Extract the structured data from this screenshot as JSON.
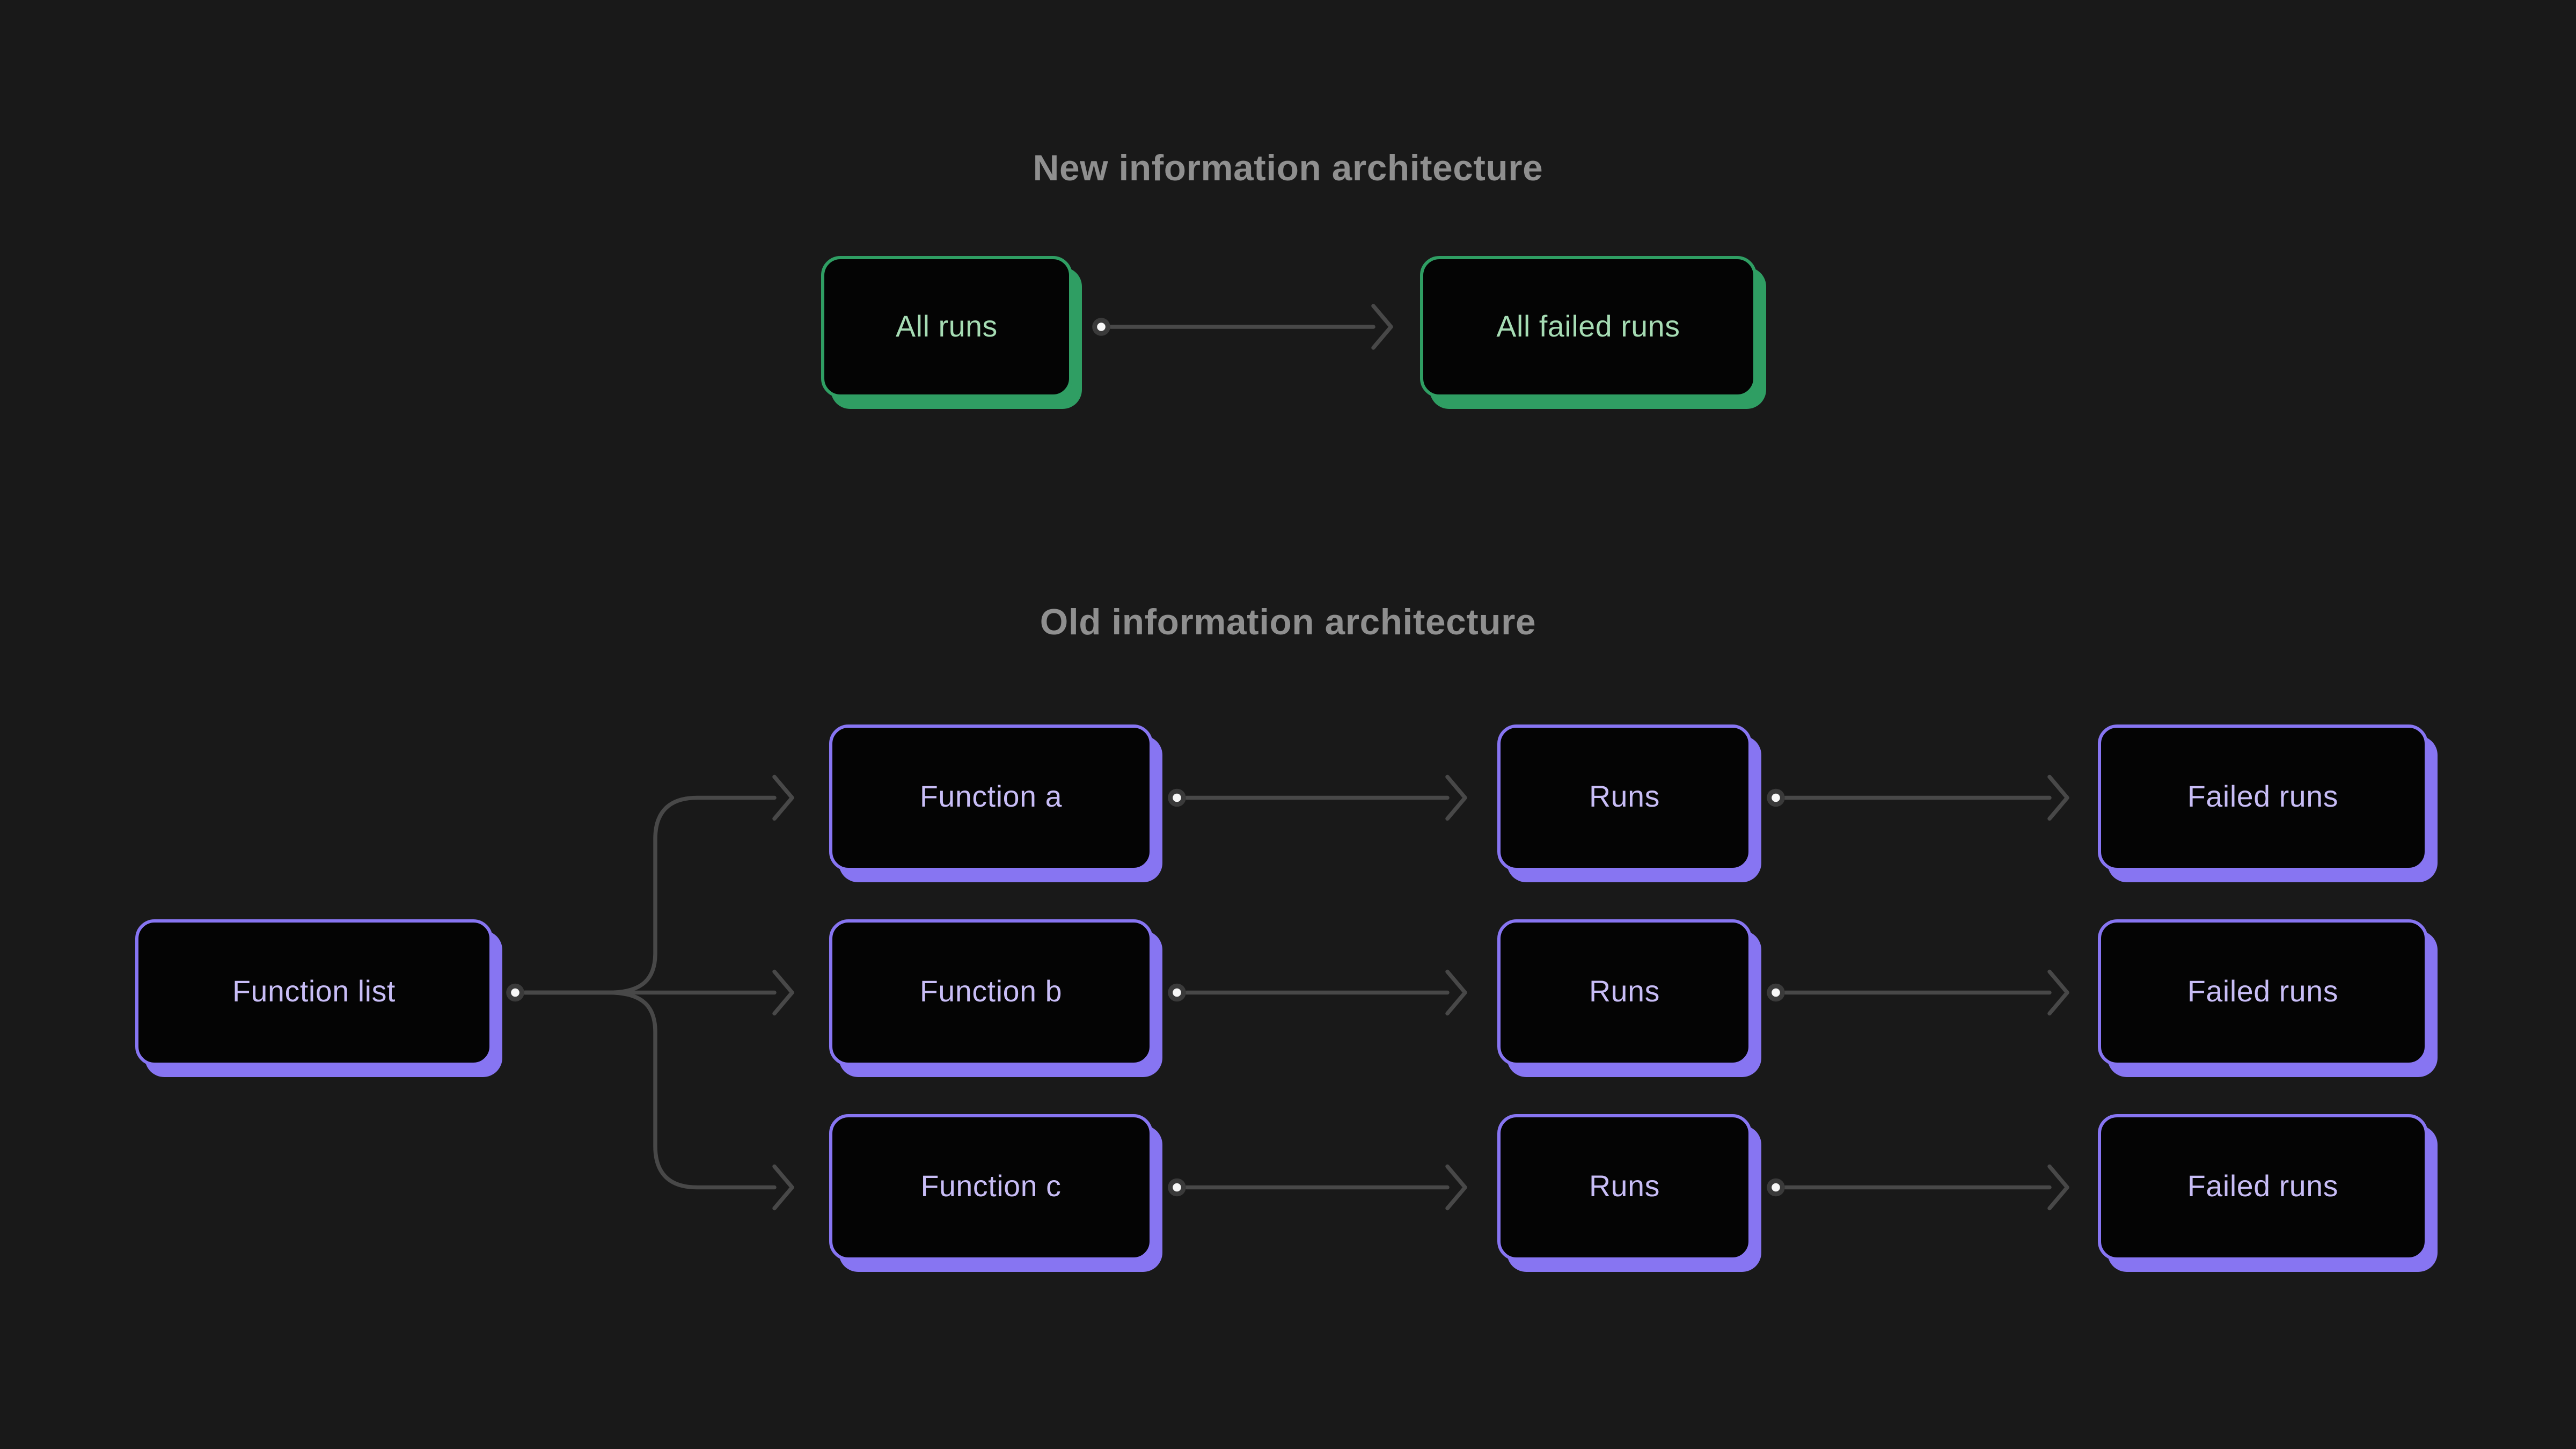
{
  "theme": {
    "background": "#191919",
    "node_fill": "#040404",
    "connector_color": "#484848",
    "dot_fill": "#f7f7f7",
    "dot_ring": "#3a3a3a",
    "title_color": "#8f8f8f",
    "green_accent": "#2f9e63",
    "green_text": "#a6dcb4",
    "purple_accent": "#8775f2",
    "purple_text": "#c8bdf6"
  },
  "new_architecture": {
    "title": "New information architecture",
    "nodes": {
      "all_runs": {
        "label": "All runs"
      },
      "all_failed_runs": {
        "label": "All failed runs"
      }
    }
  },
  "old_architecture": {
    "title": "Old information architecture",
    "nodes": {
      "function_list": {
        "label": "Function list"
      },
      "function_a": {
        "label": "Function a"
      },
      "function_b": {
        "label": "Function b"
      },
      "function_c": {
        "label": "Function c"
      },
      "runs_a": {
        "label": "Runs"
      },
      "runs_b": {
        "label": "Runs"
      },
      "runs_c": {
        "label": "Runs"
      },
      "failed_runs_a": {
        "label": "Failed runs"
      },
      "failed_runs_b": {
        "label": "Failed runs"
      },
      "failed_runs_c": {
        "label": "Failed runs"
      }
    }
  }
}
